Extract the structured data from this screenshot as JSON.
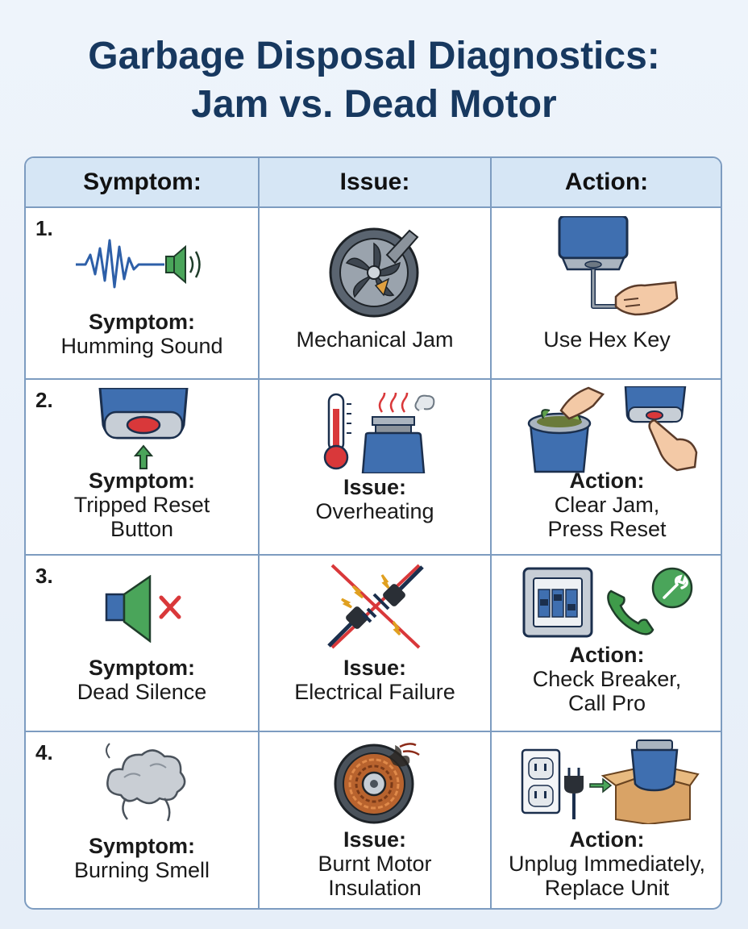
{
  "title": {
    "line1": "Garbage Disposal Diagnostics:",
    "line2": "Jam vs. Dead Motor"
  },
  "headers": {
    "symptom": "Symptom:",
    "issue": "Issue:",
    "action": "Action:"
  },
  "rows": [
    {
      "number": "1.",
      "symptom": {
        "heading": "Symptom:",
        "lines": [
          "Humming Sound"
        ],
        "icon": "sound-wave-speaker-icon"
      },
      "issue": {
        "heading": "",
        "lines": [
          "Mechanical Jam"
        ],
        "icon": "jammed-impeller-icon"
      },
      "action": {
        "heading": "",
        "lines": [
          "Use Hex Key"
        ],
        "icon": "hex-key-disposal-icon"
      }
    },
    {
      "number": "2.",
      "symptom": {
        "heading": "Symptom:",
        "lines": [
          "Tripped Reset",
          "Button"
        ],
        "icon": "reset-button-icon"
      },
      "issue": {
        "heading": "Issue:",
        "lines": [
          "Overheating"
        ],
        "icon": "thermometer-heat-icon"
      },
      "action": {
        "heading": "Action:",
        "lines": [
          "Clear Jam,",
          "Press Reset"
        ],
        "icon": "clear-jam-press-reset-icon"
      }
    },
    {
      "number": "3.",
      "symptom": {
        "heading": "Symptom:",
        "lines": [
          "Dead Silence"
        ],
        "icon": "muted-speaker-icon"
      },
      "issue": {
        "heading": "Issue:",
        "lines": [
          "Electrical Failure"
        ],
        "icon": "broken-plug-icon"
      },
      "action": {
        "heading": "Action:",
        "lines": [
          "Check Breaker,",
          "Call Pro"
        ],
        "icon": "breaker-phone-icon"
      }
    },
    {
      "number": "4.",
      "symptom": {
        "heading": "Symptom:",
        "lines": [
          "Burning Smell"
        ],
        "icon": "smoke-cloud-icon"
      },
      "issue": {
        "heading": "Issue:",
        "lines": [
          "Burnt Motor",
          "Insulation"
        ],
        "icon": "burnt-motor-icon"
      },
      "action": {
        "heading": "Action:",
        "lines": [
          "Unplug Immediately,",
          "Replace Unit"
        ],
        "icon": "unplug-replace-icon"
      }
    }
  ],
  "colors": {
    "title": "#17385f",
    "header_bg": "#d6e6f5",
    "grid": "#7d9cc0",
    "disposal_blue": "#3f6fb0",
    "alert_red": "#d9383a",
    "go_green": "#3f9b4a"
  }
}
